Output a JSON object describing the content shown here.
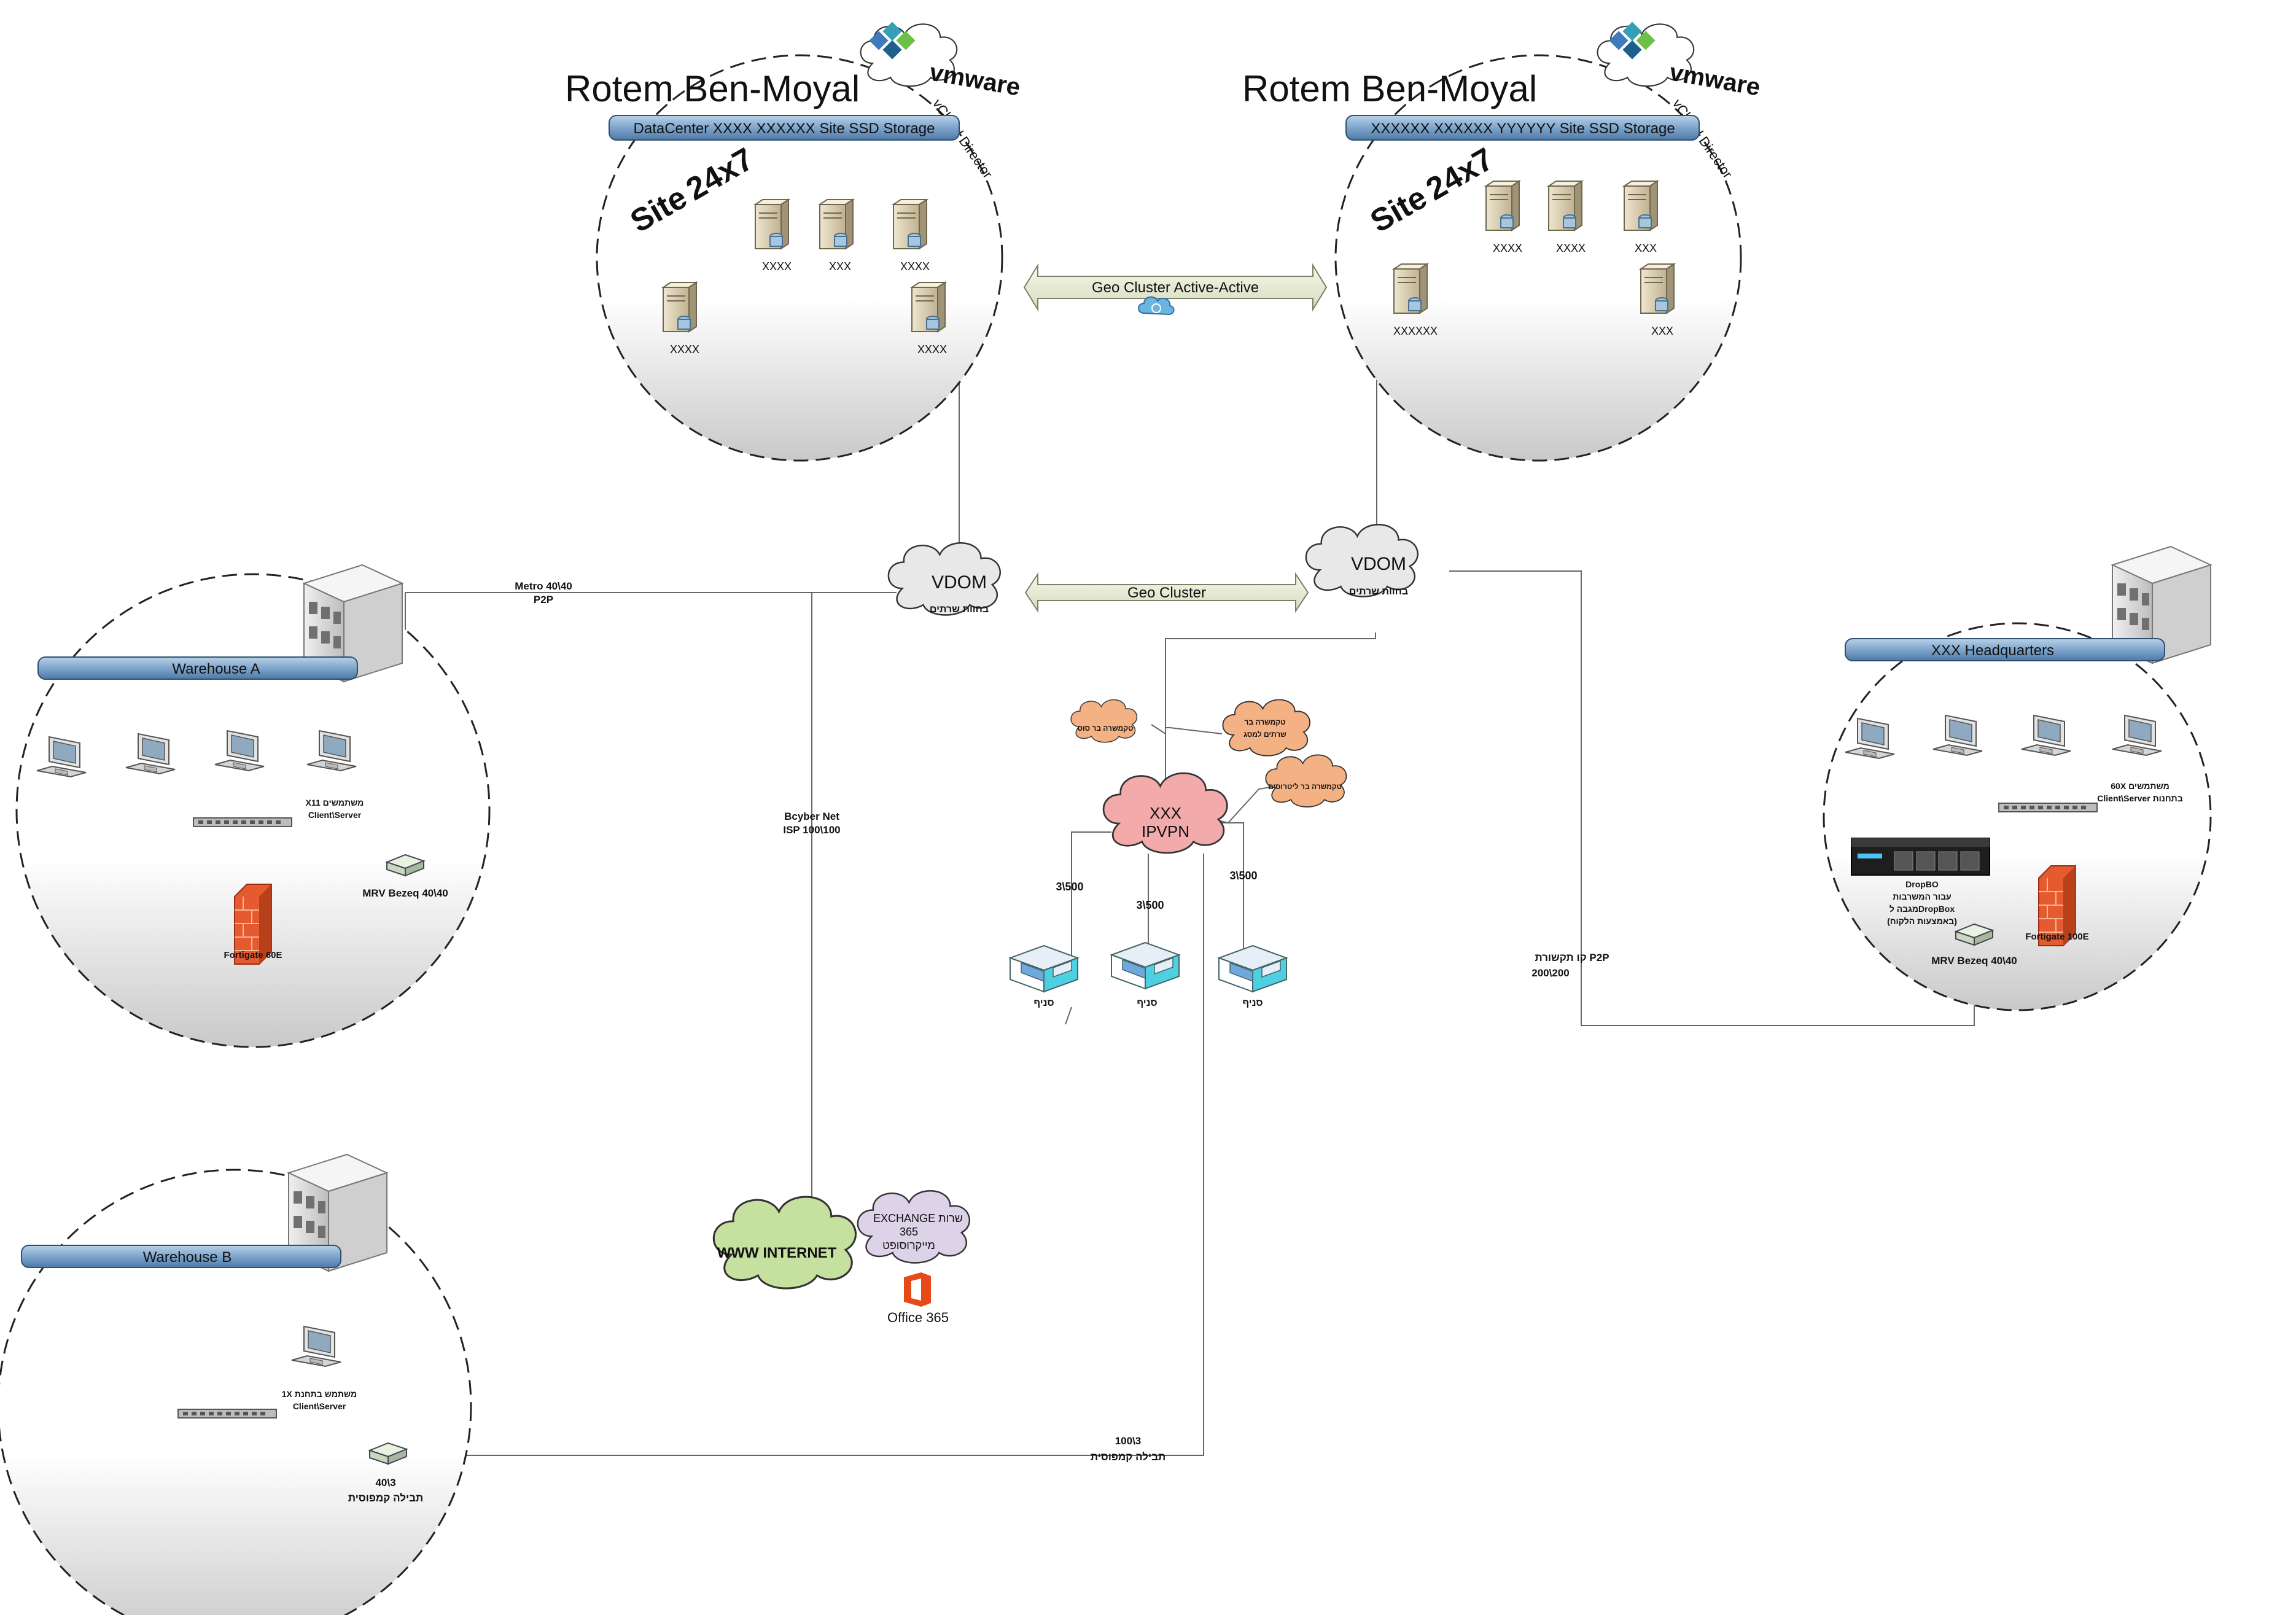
{
  "sites": {
    "dc_left": {
      "author": "Rotem Ben-Moyal",
      "storage_bar": "DataCenter XXXX  XXXXXX Site SSD Storage",
      "vendor_logo": "vmware",
      "vendor_product": "vCloud Director",
      "monitor_logo_site": "Site",
      "monitor_logo_num": "24x7",
      "servers": [
        "XXXX",
        "XXX",
        "XXXX",
        "XXXX",
        "XXXX"
      ]
    },
    "dc_right": {
      "author": "Rotem Ben-Moyal",
      "storage_bar": "XXXXXX XXXXXX  YYYYYY Site SSD Storage",
      "vendor_logo": "vmware",
      "vendor_product": "vCloud Director",
      "monitor_logo_site": "Site",
      "monitor_logo_num": "24x7",
      "servers": [
        "XXXX",
        "XXXX",
        "XXX",
        "XXXXXX",
        "XXX"
      ]
    },
    "warehouse_a": {
      "bar": "Warehouse A",
      "clients": "X11 משתמשים\nClient\\Server",
      "firewall": "Fortigate 60E",
      "router": "MRV Bezeq 40\\40"
    },
    "warehouse_b": {
      "bar": "Warehouse B",
      "clients": "1X משתמש בתחנת\nClient\\Server",
      "router_speed": "40\\3",
      "router_name": "תבילה קמפוסית"
    },
    "headquarters": {
      "bar": "XXX   Headquarters",
      "clients": "60X משתמשים\nClient\\Server בתחנות",
      "nas": "DropBO\nעבור המשרבות\nמגבה לDropBox\n(באמצעות הלקוח)",
      "firewall": "Fortigate 100E",
      "router": "MRV Bezeq 40\\40"
    }
  },
  "links": {
    "geo_active": "Geo Cluster Active-Active",
    "geo_cluster": "Geo Cluster",
    "metro": "Metro 40\\40\nP2P",
    "bcyber": "Bcyber Net\nISP 100\\100",
    "p2p_hq": "קו תקשורת P2P\n200\\200",
    "campus_bottom": "100\\3\nתבילה קמפוסית",
    "branch_speeds": [
      "3\\500",
      "3\\500",
      "3\\500"
    ]
  },
  "clouds": {
    "vdom_left_title": "VDOM",
    "vdom_left_sub": "בחוות שרתים",
    "vdom_right_title": "VDOM",
    "vdom_right_sub": "בחוות שרתים",
    "ipvpn_1": "XXX",
    "ipvpn_2": "IPVPN",
    "orange_1": "טקמשרה בר סוס",
    "orange_2a": "טקמשרה בר",
    "orange_2b": "שרתים למסג",
    "orange_3": "טקמשרה בר ליטרוסים",
    "internet": "WWW INTERNET",
    "exchange_1": "EXCHANGE שרות",
    "exchange_2": "365",
    "exchange_3": "מייקרוסופט",
    "office_logo": "Office 365"
  },
  "branches": [
    "סניף",
    "סניף",
    "סניף"
  ],
  "colors": {
    "bar_blue": "#7ea5cc",
    "cloud_grey": "#e8e8e8",
    "cloud_orange": "#f4b183",
    "cloud_red": "#f2aaaa",
    "cloud_green": "#c6e0a0",
    "cloud_lilac": "#ddd3e8",
    "office_red": "#e64a19",
    "site247_green": "#7cb342"
  }
}
